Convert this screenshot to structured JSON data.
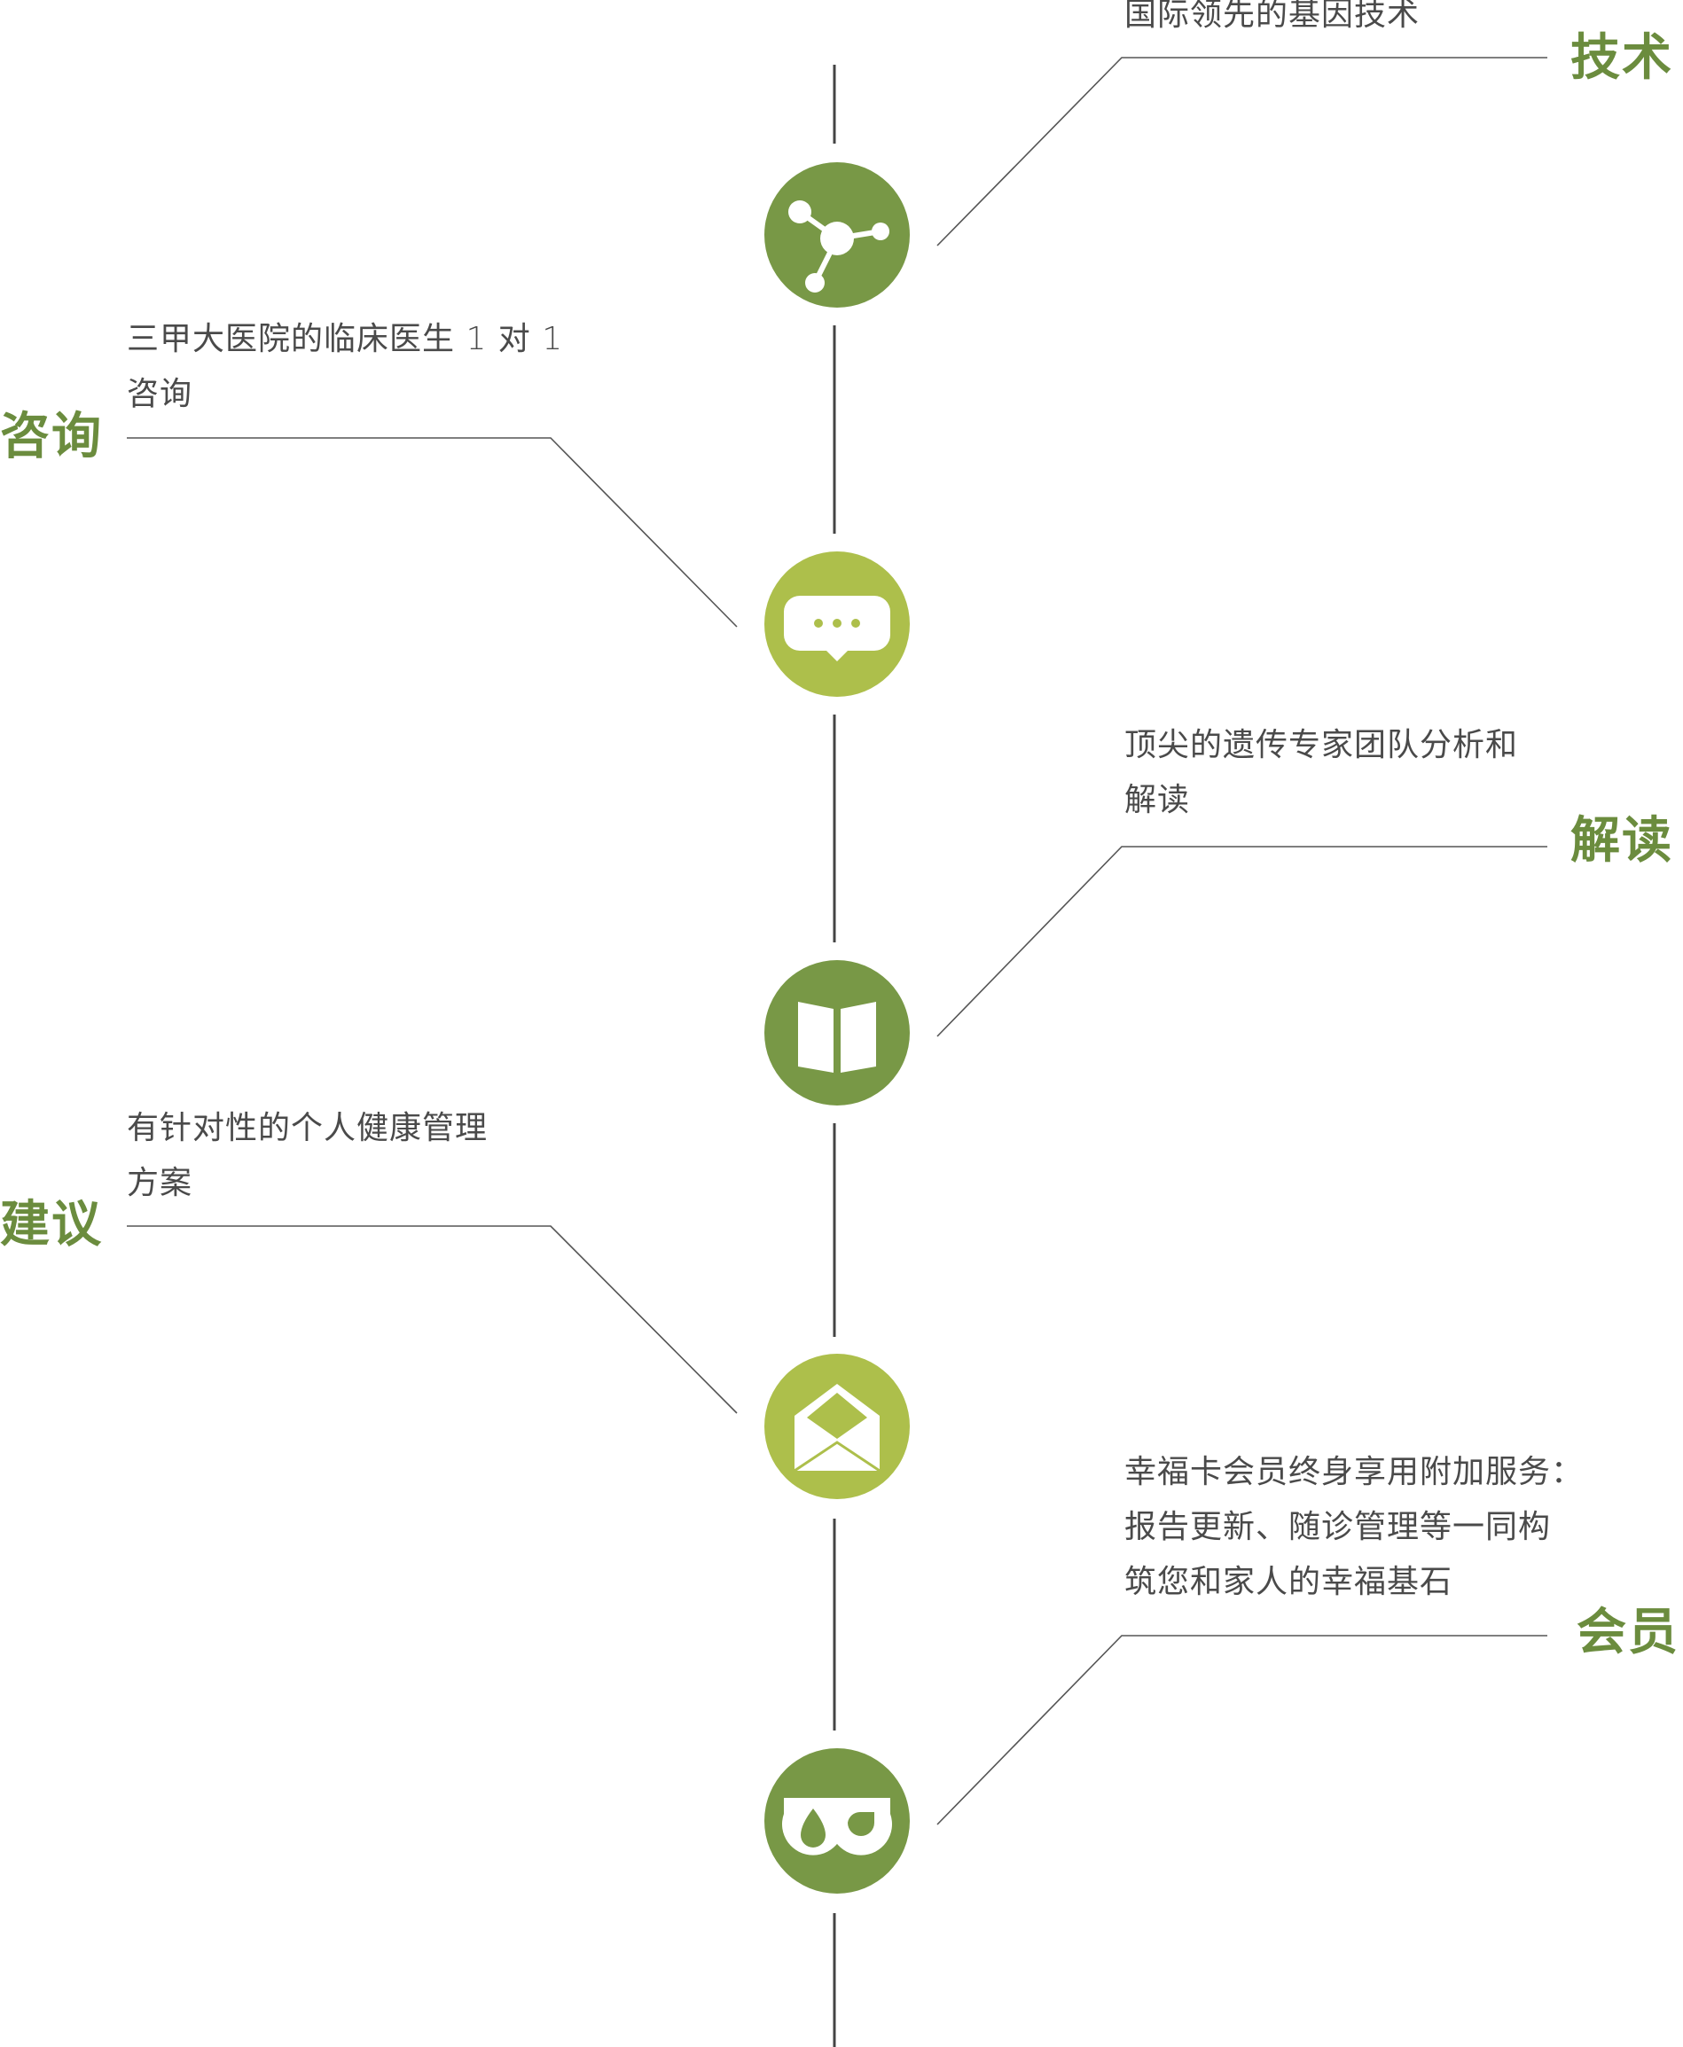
{
  "colors": {
    "dark_green": "#789846",
    "light_green": "#adbf4b",
    "label_green": "#6b8c3e",
    "text_gray": "#4a4a4a",
    "line_gray": "#555555"
  },
  "steps": [
    {
      "label": "技术",
      "description_lines": [
        "国际领先的基因技术"
      ],
      "icon": "molecule-icon",
      "circle_color": "dark_green",
      "side": "right"
    },
    {
      "label": "咨询",
      "description_lines": [
        "三甲大医院的临床医生 1 对 1",
        "咨询"
      ],
      "icon": "chat-bubble-icon",
      "circle_color": "light_green",
      "side": "left"
    },
    {
      "label": "解读",
      "description_lines": [
        "顶尖的遗传专家团队分析和",
        "解读"
      ],
      "icon": "book-icon",
      "circle_color": "dark_green",
      "side": "right"
    },
    {
      "label": "建议",
      "description_lines": [
        "有针对性的个人健康管理",
        "方案"
      ],
      "icon": "envelope-icon",
      "circle_color": "light_green",
      "side": "left"
    },
    {
      "label": "会员",
      "description_lines": [
        "幸福卡会员终身享用附加服务：",
        "报告更新、随诊管理等一同构",
        "筑您和家人的幸福基石"
      ],
      "icon": "membership-icon",
      "circle_color": "dark_green",
      "side": "right"
    }
  ]
}
